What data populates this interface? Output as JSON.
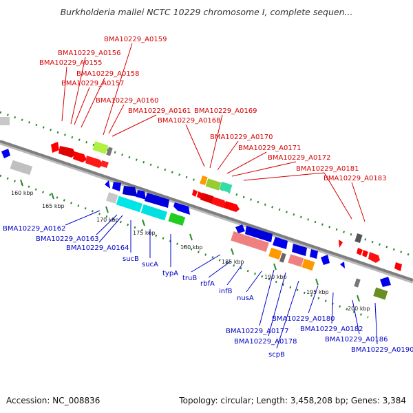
{
  "title": "Burkholderia mallei NCTC 10229 chromosome I, complete sequen...",
  "footer": {
    "accession": "Accession: NC_008836",
    "summary": "Topology: circular; Length: 3,458,208 bp; Genes: 3,384"
  },
  "colors": {
    "top_labels": "#d40000",
    "bottom_labels": "#0000c8",
    "backbone": "#7f7f7f",
    "tick": "#2a8a2a"
  },
  "ticks": [
    {
      "label": "160 kbp",
      "kbp": 160
    },
    {
      "label": "165 kbp",
      "kbp": 165
    },
    {
      "label": "170 kbp",
      "kbp": 170
    },
    {
      "label": "175 kbp",
      "kbp": 175
    },
    {
      "label": "180 kbp",
      "kbp": 180
    },
    {
      "label": "185 kbp",
      "kbp": 185
    },
    {
      "label": "190 kbp",
      "kbp": 190
    },
    {
      "label": "195 kbp",
      "kbp": 195
    },
    {
      "label": "200 kbp",
      "kbp": 200
    }
  ],
  "top_labels": [
    "BMA10229_A0159",
    "BMA10229_A0156",
    "BMA10229_A0155",
    "BMA10229_A0158",
    "BMA10229_A0157",
    "BMA10229_A0160",
    "BMA10229_A0161",
    "BMA10229_A0169",
    "BMA10229_A0168",
    "BMA10229_A0170",
    "BMA10229_A0171",
    "BMA10229_A0172",
    "BMA10229_A0181",
    "BMA10229_A0183"
  ],
  "bottom_labels": [
    "BMA10229_A0162",
    "BMA10229_A0163",
    "BMA10229_A0164",
    "sucB",
    "sucA",
    "typA",
    "truB",
    "rbfA",
    "infB",
    "nusA",
    "BMA10229_A0180",
    "BMA10229_A0177",
    "BMA10229_A0182",
    "BMA10229_A0178",
    "BMA10229_A0186",
    "scpB",
    "BMA10229_A0190"
  ]
}
